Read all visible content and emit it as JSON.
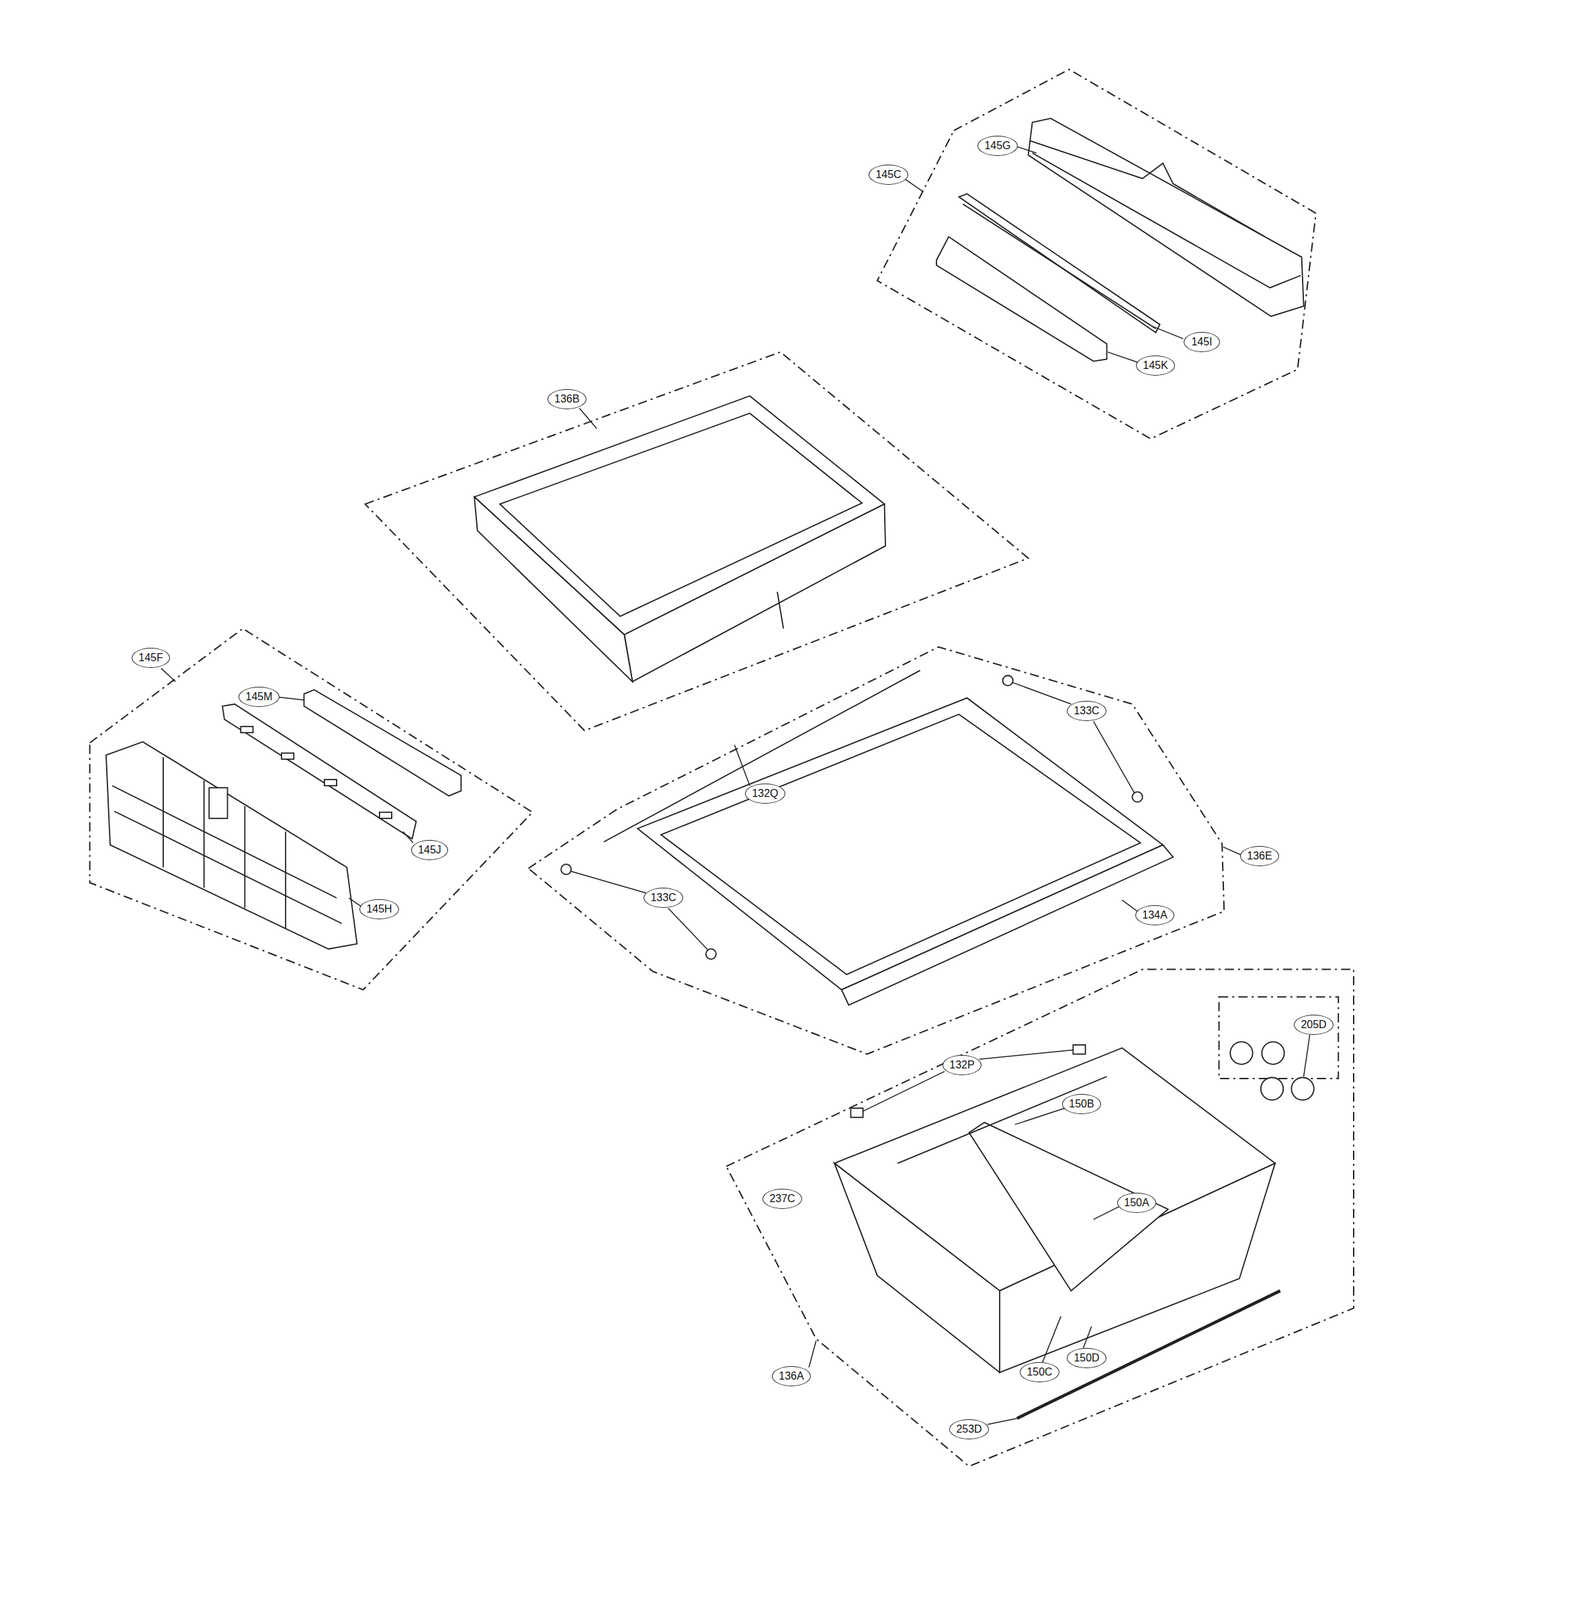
{
  "diagram": {
    "labels": [
      "145G",
      "145C",
      "145I",
      "145K",
      "136B",
      "145F",
      "145M",
      "132Q",
      "133C",
      "136E",
      "145J",
      "145H",
      "133C",
      "134A",
      "205D",
      "132P",
      "150B",
      "237C",
      "150A",
      "136A",
      "150C",
      "150D",
      "253D"
    ]
  }
}
